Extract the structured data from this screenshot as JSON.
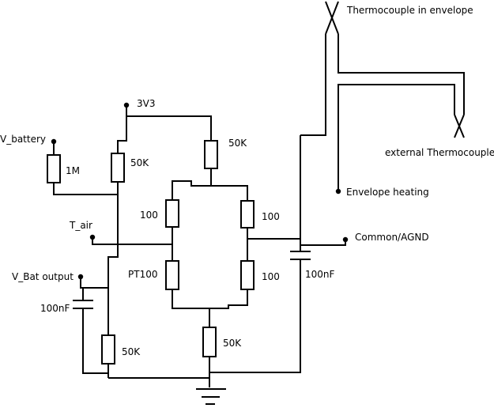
{
  "labels": {
    "v_battery": "V_battery",
    "v3v3": "3V3",
    "r_1m": "1M",
    "r_50k_top_left": "50K",
    "r_50k_top_right": "50K",
    "r_100_upper_left": "100",
    "r_100_upper_right": "100",
    "r_100_lower_right": "100",
    "t_air": "T_air",
    "pt100": "PT100",
    "v_bat_output": "V_Bat output",
    "c_100nf_left": "100nF",
    "c_100nf_right": "100nF",
    "r_50k_bottom_left": "50K",
    "r_50k_bottom_mid": "50K",
    "thermocouple_envelope": "Thermocouple in envelope",
    "external_thermocouple": "external Thermocouple",
    "envelope_heating": "Envelope heating",
    "common_agnd": "Common/AGND"
  }
}
